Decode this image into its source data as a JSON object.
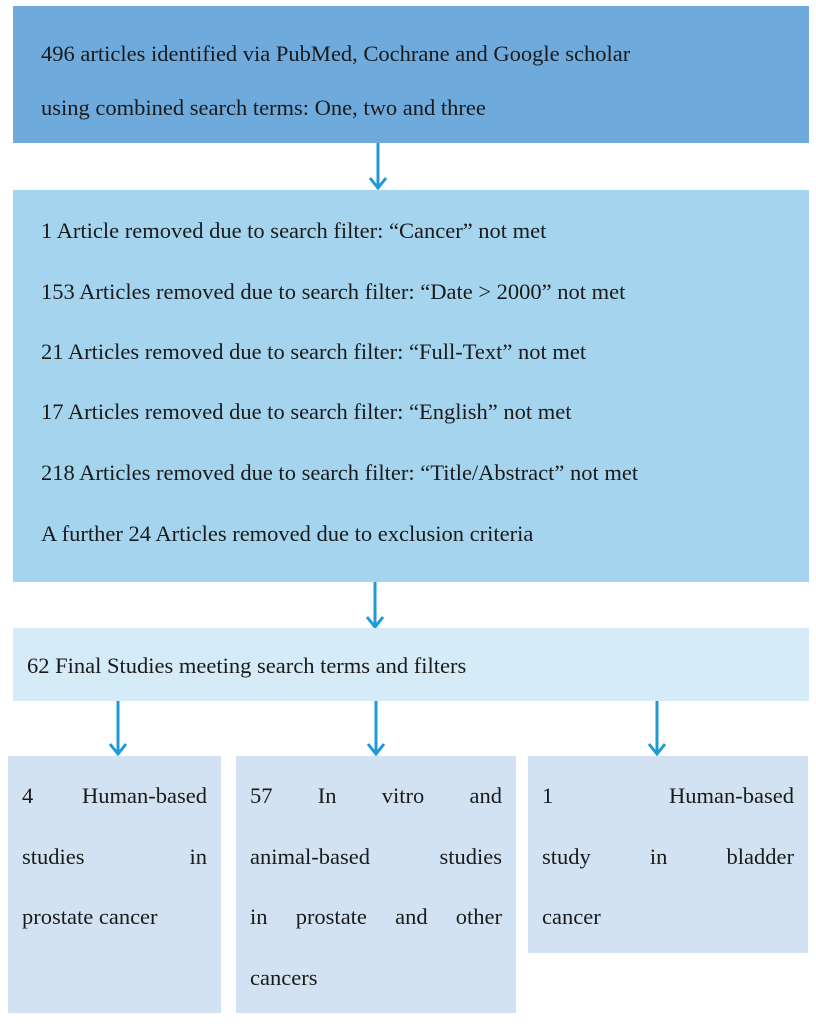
{
  "box1": {
    "lines": [
      "496 articles identified via PubMed, Cochrane and Google scholar",
      "using combined search terms: One, two and three"
    ]
  },
  "box2": {
    "lines": [
      "1 Article removed due to search filter: “Cancer” not met",
      "153 Articles removed due to search filter: “Date > 2000” not met",
      "21 Articles removed due to search filter: “Full-Text” not met",
      "17 Articles removed due to search filter: “English” not met",
      "218 Articles removed due to search filter: “Title/Abstract” not met",
      "A further 24 Articles removed due to exclusion criteria"
    ]
  },
  "box3": {
    "line": "62 Final Studies meeting search terms and filters"
  },
  "children": [
    {
      "words": [
        [
          "4",
          "Human-based"
        ],
        [
          "studies",
          "in"
        ],
        [
          "prostate cancer"
        ]
      ]
    },
    {
      "words": [
        [
          "57",
          "In",
          "vitro",
          "and"
        ],
        [
          "animal-based",
          "studies"
        ],
        [
          "in",
          "prostate",
          "and",
          "other"
        ],
        [
          "cancers"
        ]
      ]
    },
    {
      "words": [
        [
          "1",
          "Human-based"
        ],
        [
          "study",
          "in",
          "bladder"
        ],
        [
          "cancer"
        ]
      ]
    }
  ],
  "colors": {
    "box1": "#6faadc",
    "box2": "#a5d5ee",
    "box3": "#d5ebf7",
    "children": "#d2e2f2",
    "arrow": "#1f9ad6"
  }
}
